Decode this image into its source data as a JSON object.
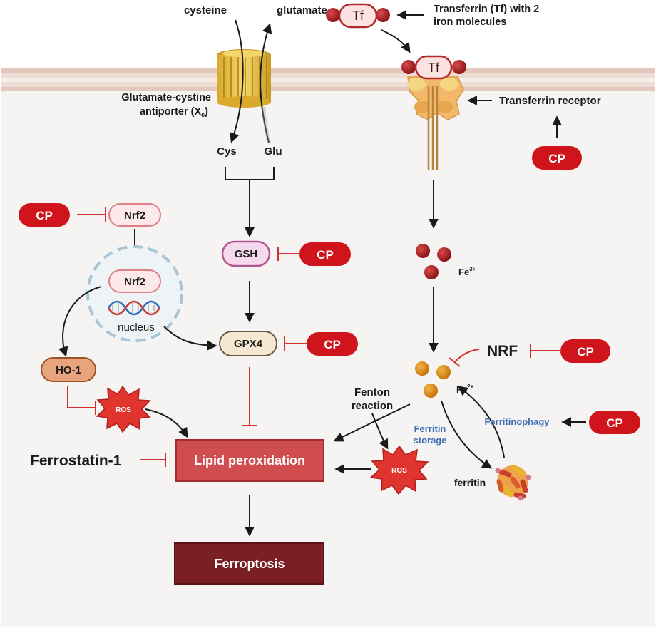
{
  "transporter": {
    "cysteine": "cysteine",
    "glutamate": "glutamate",
    "name_line1": "Glutamate-cystine",
    "name_line2_prefix": "antiporter (X",
    "name_sub": "c",
    "name_line2_suffix": ")",
    "cys": "Cys",
    "glu": "Glu"
  },
  "transferrin": {
    "tf": "Tf",
    "tf_bound": "Tf",
    "label_line1": "Transferrin (Tf) with 2",
    "label_line2": "iron molecules",
    "receptor_label": "Transferrin receptor"
  },
  "cp_label": "CP",
  "nodes": {
    "nrf2_cytoplasm": "Nrf2",
    "nrf2_nucleus": "Nrf2",
    "nucleus": "nucleus",
    "ho1": "HO-1",
    "gsh": "GSH",
    "gpx4": "GPX4",
    "ros_left": "ROS",
    "ros_right": "ROS",
    "ferrostatin": "Ferrostatin-1",
    "lipid_peroxidation": "Lipid peroxidation",
    "ferroptosis": "Ferroptosis",
    "nrf": "NRF",
    "ferritin": "ferritin"
  },
  "iron": {
    "fe3_base": "Fe",
    "fe3_sup": "3+",
    "fe2_base": "Fe",
    "fe2_sup": "2+"
  },
  "labels": {
    "fenton_line1": "Fenton",
    "fenton_line2": "reaction",
    "ferritin_storage_line1": "Ferritin",
    "ferritin_storage_line2": "storage",
    "ferritinophagy": "Ferritinophagy"
  },
  "colors": {
    "cp_red": "#d0141b",
    "inhibit_red": "#d0312d",
    "lipid_box": "#cf4d4f",
    "ferroptosis_box": "#7a2024",
    "membrane": "#e8d6ce",
    "cytoplasm": "#f5f4f3",
    "iron_dark_red": "#a3191b",
    "iron_orange": "#e08a10",
    "label_blue": "#3d6fb3"
  }
}
